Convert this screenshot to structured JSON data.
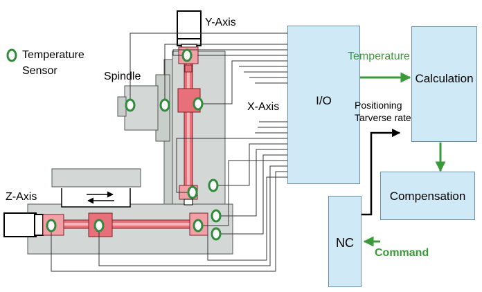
{
  "labels": {
    "y_axis": "Y-Axis",
    "temperature_sensor_line1": "Temperature",
    "temperature_sensor_line2": "Sensor",
    "spindle": "Spindle",
    "x_axis": "X-Axis",
    "z_axis": "Z-Axis",
    "io": "I/O",
    "temperature": "Temperature",
    "calculation": "Calculation",
    "positioning_line1": "Positioning",
    "positioning_line2": "Tarverse rate",
    "compensation": "Compensation",
    "nc": "NC",
    "command": "Command"
  },
  "colors": {
    "block_blue": "#cfe9f6",
    "machine_gray": "#d3d8d6",
    "rail_red": "#e8707a",
    "sensor_green": "#2e8b3a",
    "arrow_green": "#3a9a3a"
  }
}
